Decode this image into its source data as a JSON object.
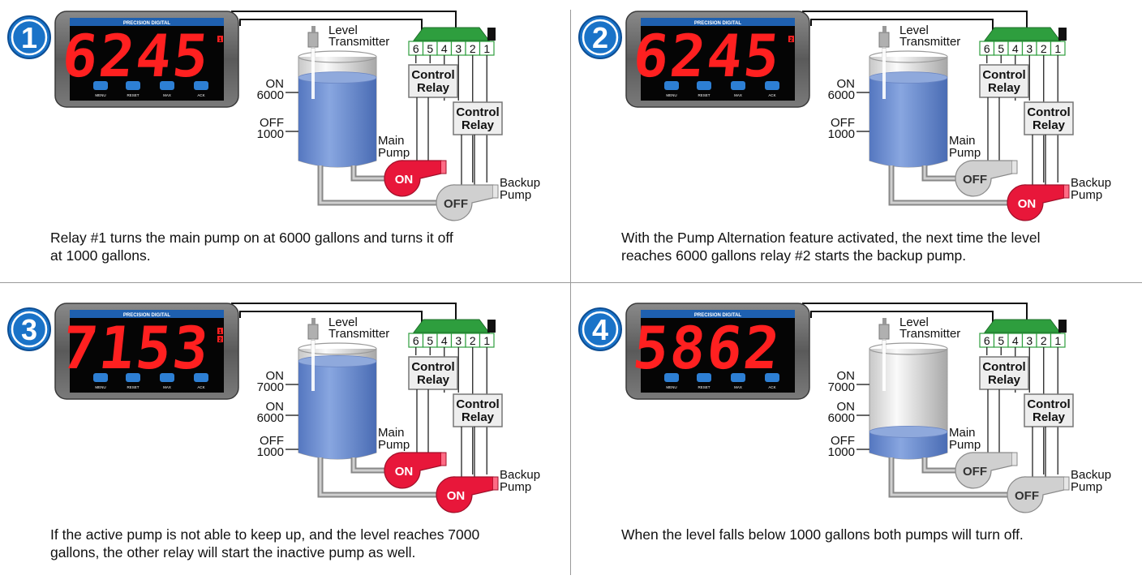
{
  "brand": "PRECISION DIGITAL",
  "labels": {
    "level_transmitter": [
      "Level",
      "Transmitter"
    ],
    "control_relay": [
      "Control",
      "Relay"
    ],
    "main_pump": [
      "Main",
      "Pump"
    ],
    "backup_pump": [
      "Backup",
      "Pump"
    ],
    "on": "ON",
    "off": "OFF",
    "terminals": [
      "6",
      "5",
      "4",
      "3",
      "2",
      "1"
    ],
    "buttons": [
      "MENU",
      "RESET",
      "MAX",
      "ACK"
    ]
  },
  "colors": {
    "pump_on": "#e8173a",
    "pump_off": "#d0d0d0",
    "display_digits": "#ff2020",
    "badge_blue": "#1a73c8",
    "terminal_green": "#2e9e3e",
    "water": "#6b8fd0"
  },
  "panels": [
    {
      "step": "1",
      "display": "6245",
      "relay_indicator": [
        "1"
      ],
      "level_marks": [
        {
          "state": "ON",
          "value": "6000"
        },
        {
          "state": "OFF",
          "value": "1000"
        }
      ],
      "water_level_fraction": 0.8,
      "main_pump": "ON",
      "backup_pump": "OFF",
      "caption": [
        "Relay #1 turns the main pump on at 6000 gallons and turns it off",
        "at 1000 gallons."
      ]
    },
    {
      "step": "2",
      "display": "6245",
      "relay_indicator": [
        "2"
      ],
      "level_marks": [
        {
          "state": "ON",
          "value": "6000"
        },
        {
          "state": "OFF",
          "value": "1000"
        }
      ],
      "water_level_fraction": 0.8,
      "main_pump": "OFF",
      "backup_pump": "ON",
      "caption": [
        "With the Pump Alternation feature activated, the next time the level",
        "reaches 6000 gallons relay #2 starts the backup pump."
      ]
    },
    {
      "step": "3",
      "display": "7153",
      "relay_indicator": [
        "1",
        "2"
      ],
      "level_marks": [
        {
          "state": "ON",
          "value": "7000"
        },
        {
          "state": "ON",
          "value": "6000"
        },
        {
          "state": "OFF",
          "value": "1000"
        }
      ],
      "water_level_fraction": 0.88,
      "main_pump": "ON",
      "backup_pump": "ON",
      "caption": [
        "If the active pump is not able to keep up, and the level reaches 7000",
        "gallons, the other relay will start the inactive pump as well."
      ]
    },
    {
      "step": "4",
      "display": "5862",
      "relay_indicator": [],
      "level_marks": [
        {
          "state": "ON",
          "value": "7000"
        },
        {
          "state": "ON",
          "value": "6000"
        },
        {
          "state": "OFF",
          "value": "1000"
        }
      ],
      "water_level_fraction": 0.2,
      "main_pump": "OFF",
      "backup_pump": "OFF",
      "caption": [
        "When the level falls below 1000 gallons both pumps will turn off."
      ]
    }
  ]
}
